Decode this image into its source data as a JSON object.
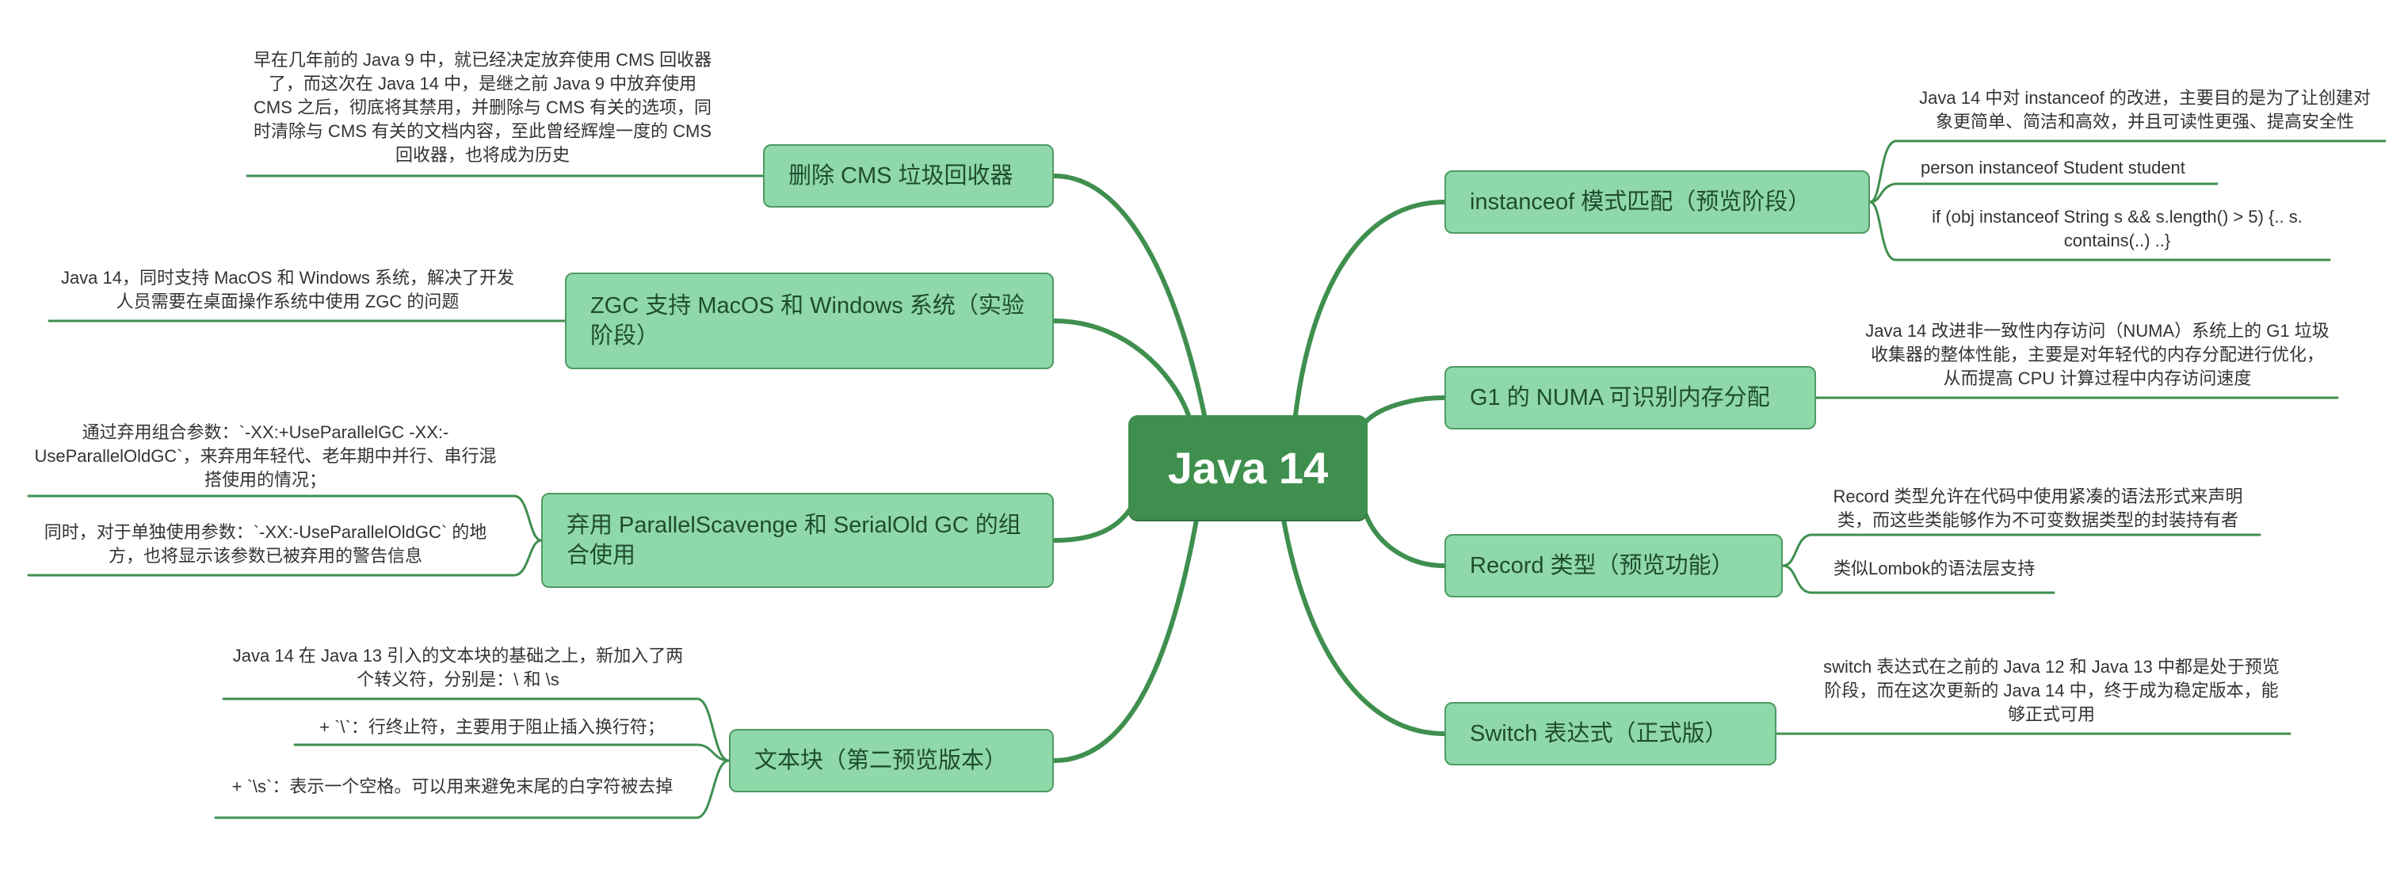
{
  "root": {
    "label": "Java 14"
  },
  "colors": {
    "root": "#3f8f4f",
    "branch_fill": "#8fd8aa",
    "branch_border": "#4f9a62",
    "line": "#3f8f4f"
  },
  "branches": {
    "cms": {
      "label": "删除 CMS 垃圾回收器",
      "notes": [
        "早在几年前的 Java 9 中，就已经决定放弃使用 CMS 回收器了，而这次在 Java 14 中，是继之前 Java 9 中放弃使用 CMS 之后，彻底将其禁用，并删除与 CMS 有关的选项，同时清除与 CMS 有关的文档内容，至此曾经辉煌一度的 CMS 回收器，也将成为历史"
      ]
    },
    "zgc": {
      "label": "ZGC 支持 MacOS 和 Windows 系统（实验阶段）",
      "notes": [
        "Java 14，同时支持 MacOS 和 Windows 系统，解决了开发人员需要在桌面操作系统中使用 ZGC 的问题"
      ]
    },
    "parallel": {
      "label": "弃用 ParallelScavenge 和 SerialOld GC 的组合使用",
      "notes": [
        "通过弃用组合参数：`-XX:+UseParallelGC -XX:-UseParallelOldGC`，来弃用年轻代、老年期中并行、串行混搭使用的情况；",
        "同时，对于单独使用参数：`-XX:-UseParallelOldGC` 的地方，也将显示该参数已被弃用的警告信息"
      ]
    },
    "textblock": {
      "label": "文本块（第二预览版本）",
      "notes": [
        "Java 14 在 Java 13 引入的文本块的基础之上，新加入了两个转义符，分别是：\\ 和 \\s",
        "+ `\\`：行终止符，主要用于阻止插入换行符；",
        "+ `\\s`：表示一个空格。可以用来避免末尾的白字符被去掉"
      ]
    },
    "instanceof": {
      "label": "instanceof 模式匹配（预览阶段）",
      "notes": [
        "Java 14 中对 instanceof 的改进，主要目的是为了让创建对象更简单、简洁和高效，并且可读性更强、提高安全性",
        "person instanceof Student student",
        "if (obj instanceof String s && s.length() > 5) {.. s. contains(..) ..}"
      ]
    },
    "g1numa": {
      "label": "G1 的 NUMA 可识别内存分配",
      "notes": [
        "Java 14 改进非一致性内存访问（NUMA）系统上的 G1 垃圾收集器的整体性能，主要是对年轻代的内存分配进行优化，从而提高 CPU 计算过程中内存访问速度"
      ]
    },
    "record": {
      "label": "Record 类型（预览功能）",
      "notes": [
        "Record 类型允许在代码中使用紧凑的语法形式来声明类，而这些类能够作为不可变数据类型的封装持有者",
        "类似Lombok的语法层支持"
      ]
    },
    "switch": {
      "label": "Switch 表达式（正式版）",
      "notes": [
        "switch 表达式在之前的 Java 12 和 Java 13 中都是处于预览阶段，而在这次更新的 Java 14 中，终于成为稳定版本，能够正式可用"
      ]
    }
  }
}
